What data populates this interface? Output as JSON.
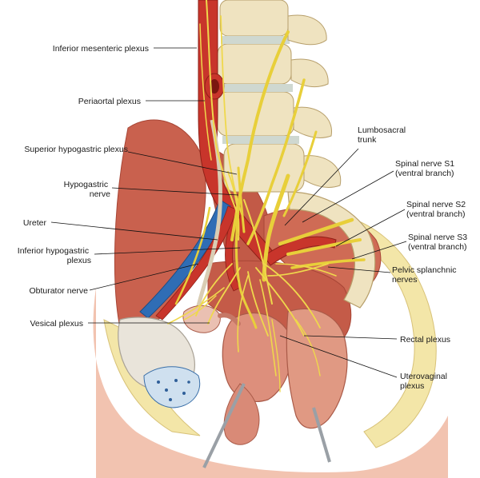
{
  "labels": {
    "inferior_mesenteric_plexus": "Inferior mesenteric plexus",
    "periaortal_plexus": "Periaortal plexus",
    "superior_hypogastric_plexus": "Superior hypogastric plexus",
    "hypogastric_nerve": [
      "Hypogastric",
      "nerve"
    ],
    "ureter": "Ureter",
    "inferior_hypogastric_plexus": [
      "Inferior hypogastric",
      "plexus"
    ],
    "obturator_nerve": "Obturator nerve",
    "vesical_plexus": "Vesical plexus",
    "lumbosacral_trunk": [
      "Lumbosacral",
      "trunk"
    ],
    "spinal_nerve_s1": [
      "Spinal nerve S1",
      "(ventral branch)"
    ],
    "spinal_nerve_s2": [
      "Spinal nerve S2",
      "(ventral branch)"
    ],
    "spinal_nerve_s3": [
      "Spinal nerve S3",
      "(ventral branch)"
    ],
    "pelvic_splanchnic_nerves": [
      "Pelvic splanchnic",
      "nerves"
    ],
    "rectal_plexus": "Rectal plexus",
    "uterovaginal_plexus": [
      "Uterovaginal",
      "plexus"
    ]
  },
  "colors": {
    "nerve": "#e8cf3a",
    "artery": "#c8352b",
    "vein": "#2f6db5",
    "muscle": "#c9614e",
    "bone": "#efe3c0",
    "organ": "#dd8f7c",
    "fat": "#f3e6a8",
    "skin": "#f2c3b0"
  }
}
